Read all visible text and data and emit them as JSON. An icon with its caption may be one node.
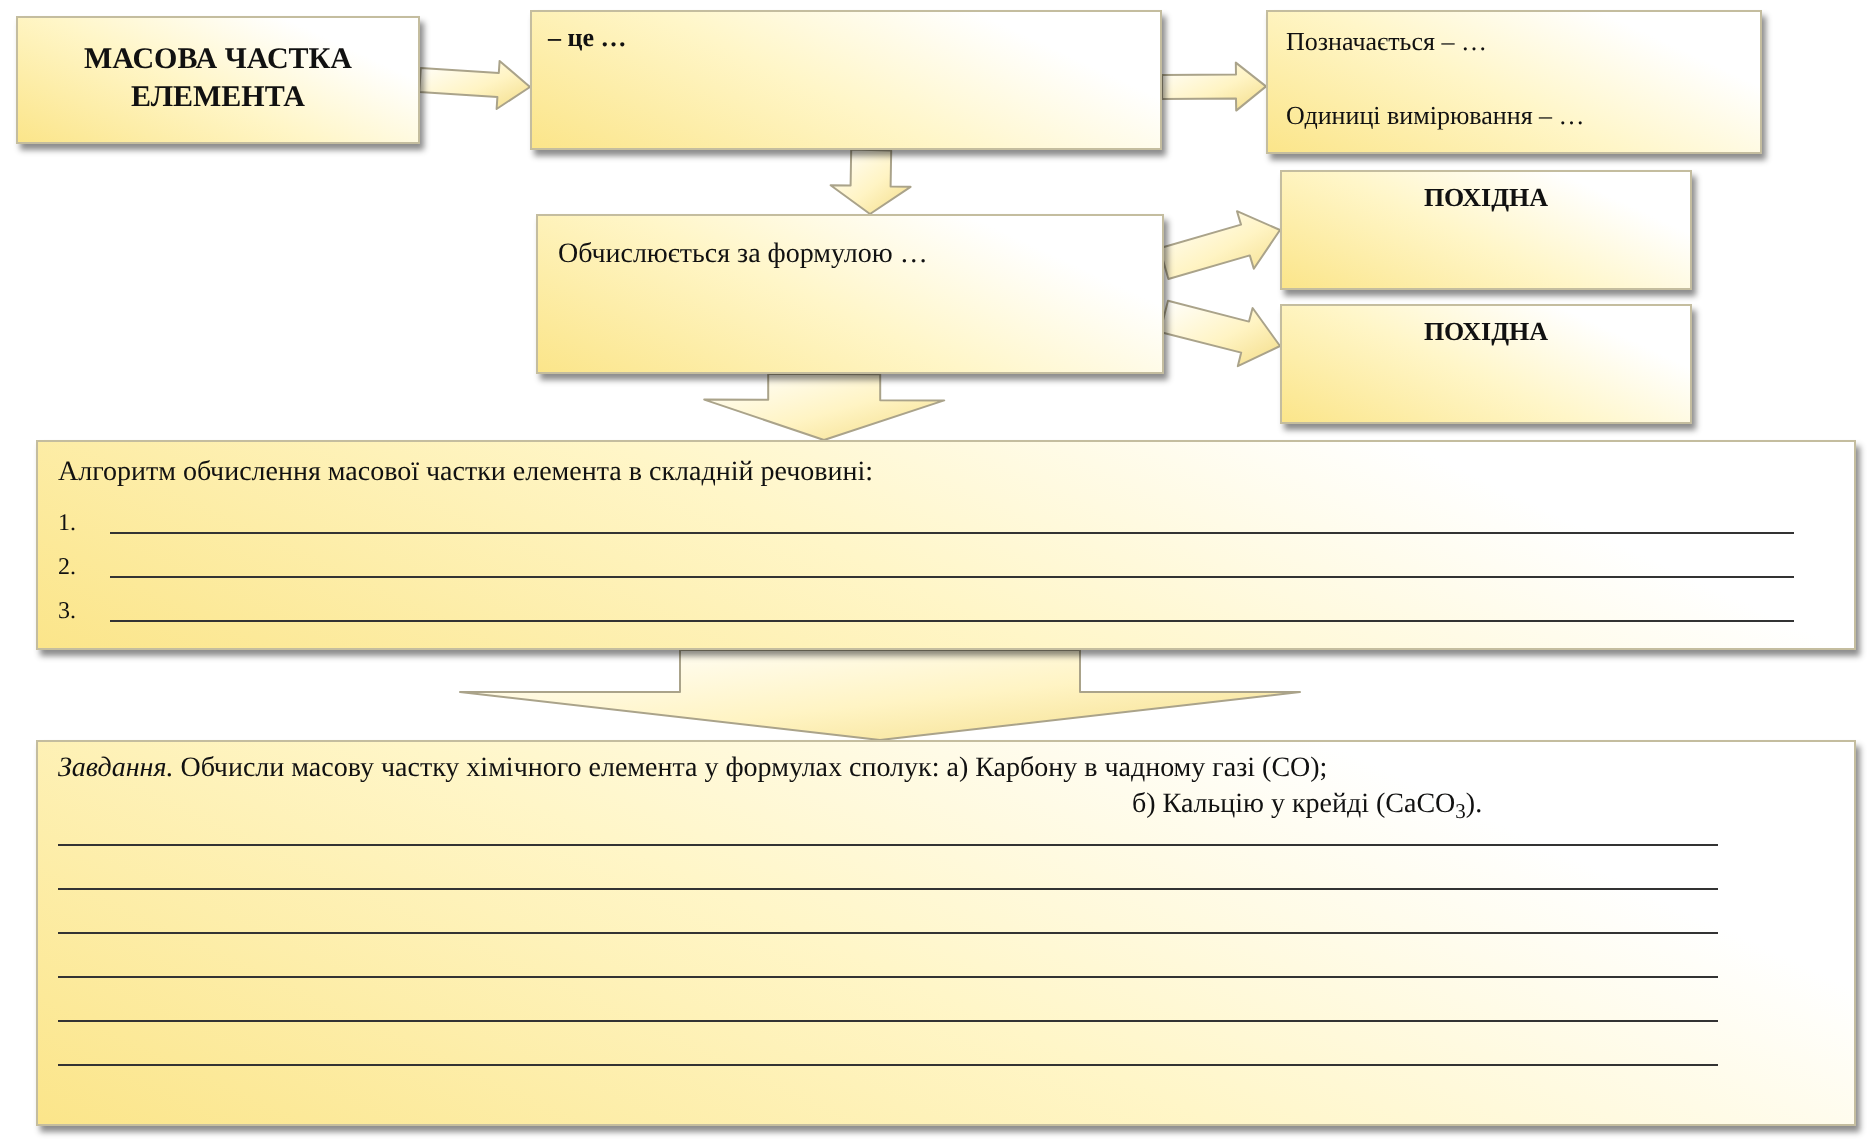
{
  "diagram": {
    "nodes": [
      {
        "text": [
          "МАСОВА ЧАСТКА ЕЛЕМЕНТА"
        ]
      },
      {
        "text": [
          "– це …"
        ]
      },
      {
        "text": [
          "Позначається – …",
          "Одиниці вимірювання – …"
        ]
      },
      {
        "text": [
          "Обчислюється за формулою …"
        ]
      },
      {
        "text": [
          "ПОХІДНА"
        ]
      },
      {
        "text": [
          "ПОХІДНА"
        ]
      },
      {
        "text": [
          "Алгоритм обчислення масової частки елемента в складній речовині:",
          "1.",
          "2.",
          "3."
        ]
      },
      {
        "text": [
          "*Завдання.* Обчисли масову частку хімічного елемента у формулах сполук: а) Карбону в чадному газі (CO);",
          "б) Кальцію у крейді (CaCO$_{3}$)."
        ]
      }
    ],
    "edges": [
      {
        "from": 0,
        "to": 1,
        "arrow": "to"
      },
      {
        "from": 1,
        "to": 2,
        "arrow": "to"
      },
      {
        "from": 1,
        "to": 3,
        "arrow": "to"
      },
      {
        "from": 3,
        "to": 4,
        "arrow": "to"
      },
      {
        "from": 3,
        "to": 5,
        "arrow": "to"
      },
      {
        "from": 3,
        "to": 6,
        "arrow": "to"
      },
      {
        "from": 6,
        "to": 7,
        "arrow": "to"
      }
    ]
  }
}
